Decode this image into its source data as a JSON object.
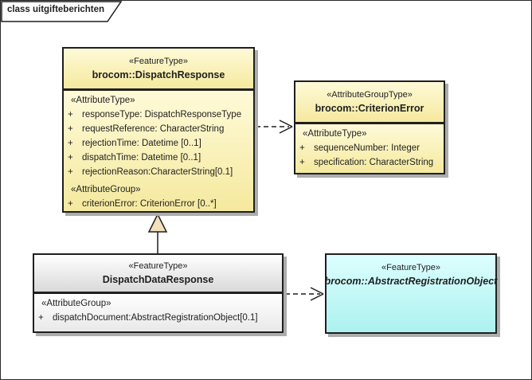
{
  "frame": {
    "label": "class uitgifteberichten"
  },
  "colors": {
    "yellowTop": "#FEFAD8",
    "yellowBottom": "#F5E99E",
    "cyanTop": "#DDFEFE",
    "cyanBottom": "#ACF2F0",
    "grayBottom": "#D9D9D9",
    "border": "#1F1F1F",
    "shadow": "#ADADAD",
    "triangleFill": "#F3E0BD",
    "text": "#1F1F1F"
  },
  "classes": {
    "dispatchResponse": {
      "stereotype": "«FeatureType»",
      "name": "brocom::DispatchResponse",
      "attrHeading1": "«AttributeType»",
      "attrs1": [
        {
          "vis": "+",
          "text": "responseType: DispatchResponseType"
        },
        {
          "vis": "+",
          "text": "requestReference: CharacterString"
        },
        {
          "vis": "+",
          "text": "rejectionTime: Datetime [0..1]"
        },
        {
          "vis": "+",
          "text": "dispatchTime: Datetime [0..1]"
        },
        {
          "vis": "+",
          "text": "rejectionReason:CharacterString[0.1]"
        }
      ],
      "attrHeading2": "«AttributeGroup»",
      "attrs2": [
        {
          "vis": "+",
          "text": "criterionError: CriterionError [0..*]"
        }
      ]
    },
    "criterionError": {
      "stereotype": "«AttributeGroupType»",
      "name": "brocom::CriterionError",
      "attrHeading1": "«AttributeType»",
      "attrs1": [
        {
          "vis": "+",
          "text": "sequenceNumber: Integer"
        },
        {
          "vis": "+",
          "text": "specification: CharacterString"
        }
      ]
    },
    "dispatchDataResponse": {
      "stereotype": "«FeatureType»",
      "name": "DispatchDataResponse",
      "attrHeading1": "«AttributeGroup»",
      "attrs1": [
        {
          "vis": "+",
          "text": "dispatchDocument:AbstractRegistrationObject[0.1]"
        }
      ]
    },
    "abstractRegistrationObject": {
      "stereotype": "«FeatureType»",
      "name": "brocom::AbstractRegistrationObject"
    }
  }
}
